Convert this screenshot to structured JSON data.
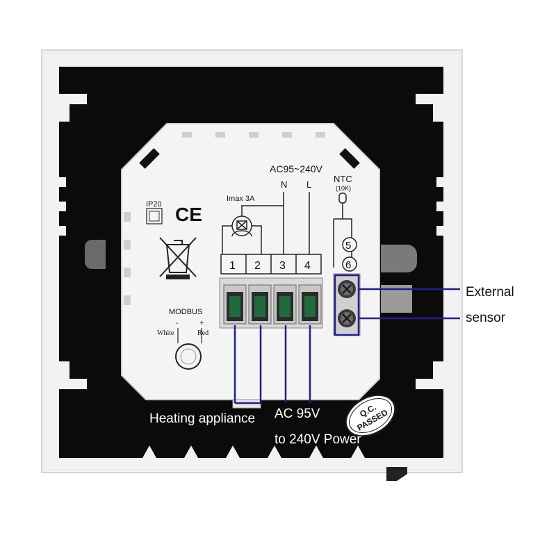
{
  "module": {
    "ip_rating": "IP20",
    "ce_mark": "CE",
    "current_rating": "Imax 3A",
    "supply_voltage": "AC95~240V",
    "neutral_label": "N",
    "live_label": "L",
    "ntc_label": "NTC",
    "ntc_value": "(10K)",
    "terminals": [
      "1",
      "2",
      "3",
      "4"
    ],
    "sensor_terminals": [
      "5",
      "6"
    ],
    "modbus_label": "MODBUS",
    "modbus_minus": "-",
    "modbus_plus": "+",
    "modbus_white": "White",
    "modbus_red": "Red"
  },
  "callouts": {
    "heating_appliance": "Heating appliance",
    "power_line1": "AC 95V",
    "power_line2": "to 240V Power",
    "sensor_line1": "External",
    "sensor_line2": "sensor"
  },
  "stamp": {
    "line1": "Q.C.",
    "line2": "PASSED"
  },
  "colors": {
    "callout_line": "#1f1f8f",
    "panel": "#0b0b0b",
    "frame": "#f2f2f2",
    "module": "#f4f4f4",
    "terminal_green": "#1f6b3a"
  }
}
